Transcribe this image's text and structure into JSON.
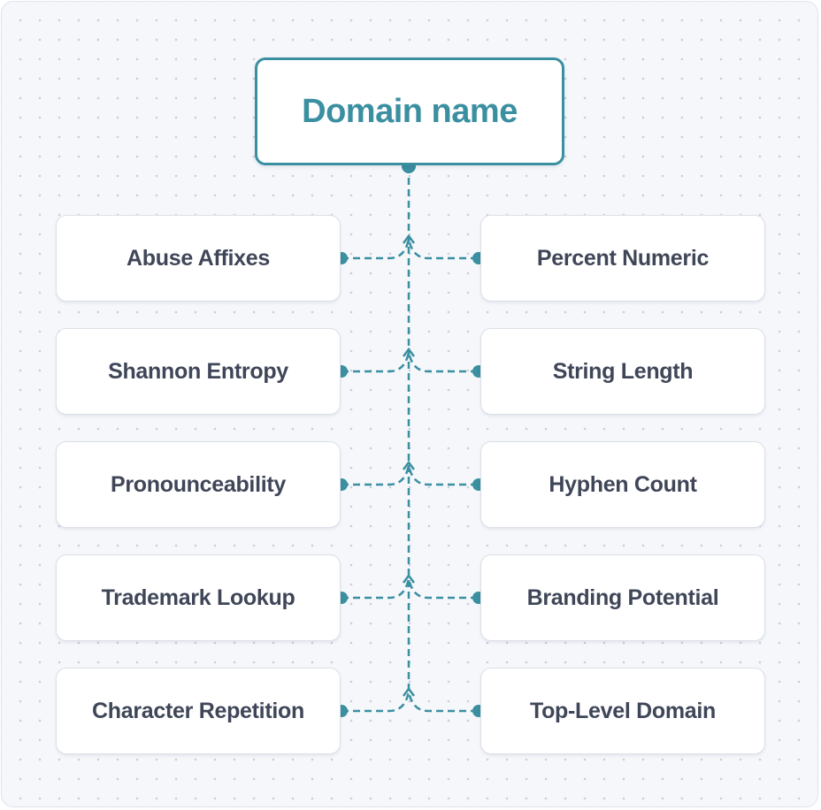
{
  "diagram": {
    "root": {
      "label": "Domain name"
    },
    "left_nodes": [
      {
        "label": "Abuse Affixes"
      },
      {
        "label": "Shannon Entropy"
      },
      {
        "label": "Pronounceability"
      },
      {
        "label": "Trademark Lookup"
      },
      {
        "label": "Character Repetition"
      }
    ],
    "right_nodes": [
      {
        "label": "Percent Numeric"
      },
      {
        "label": "String Length"
      },
      {
        "label": "Hyphen Count"
      },
      {
        "label": "Branding Potential"
      },
      {
        "label": "Top-Level Domain"
      }
    ],
    "colors": {
      "accent": "#3a8fa0",
      "node_text": "#3f4658",
      "node_border": "#dcdfe6",
      "background": "#f5f7fb",
      "grid_dot": "#c9cfdb"
    }
  }
}
